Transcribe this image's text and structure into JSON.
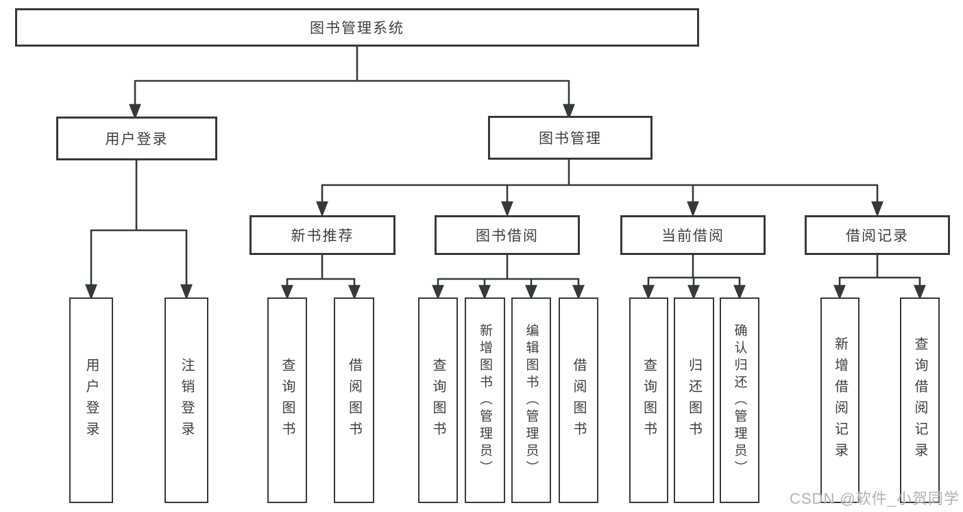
{
  "diagram_type": "hierarchy-tree",
  "root": {
    "label": "图书管理系统"
  },
  "modules": [
    {
      "label": "用户登录",
      "children": [
        {
          "label": "用户登录"
        },
        {
          "label": "注销登录"
        }
      ]
    },
    {
      "label": "图书管理",
      "children": [
        {
          "label": "新书推荐",
          "children": [
            {
              "label": "查询图书"
            },
            {
              "label": "借阅图书"
            }
          ]
        },
        {
          "label": "图书借阅",
          "children": [
            {
              "label": "查询图书"
            },
            {
              "label": "新增图书（管理员）"
            },
            {
              "label": "编辑图书（管理员）"
            },
            {
              "label": "借阅图书"
            }
          ]
        },
        {
          "label": "当前借阅",
          "children": [
            {
              "label": "查询图书"
            },
            {
              "label": "归还图书"
            },
            {
              "label": "确认归还（管理员）"
            }
          ]
        },
        {
          "label": "借阅记录",
          "children": [
            {
              "label": "新增借阅记录"
            },
            {
              "label": "查询借阅记录"
            }
          ]
        }
      ]
    }
  ],
  "watermark": "CSDN @软件_小贺同学",
  "colors": {
    "line": "#37383c",
    "text": "#3d3e43",
    "box_background": "#ffffff",
    "page_background": "#ffffff",
    "watermark": "#b2b2b2"
  }
}
